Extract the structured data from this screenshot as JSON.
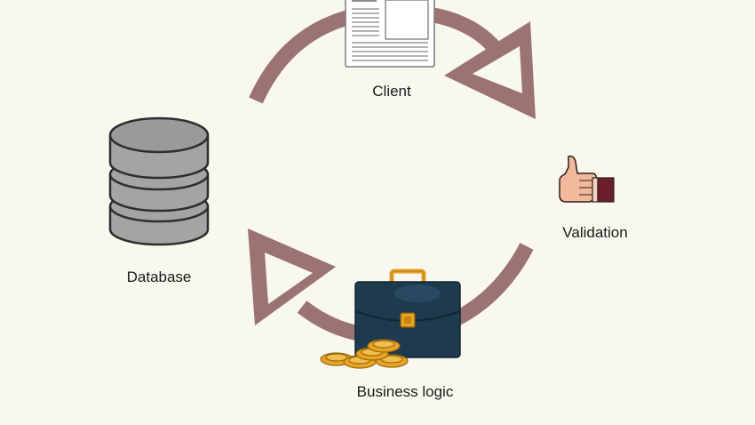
{
  "labels": {
    "client": "Client",
    "validation": "Validation",
    "database": "Database",
    "business_logic": "Business logic"
  },
  "colors": {
    "background": "#f8f8ee",
    "cycle_arrow": "#9c7373",
    "database_fill": "#a4a4a4",
    "briefcase": "#1e3a4f",
    "coins": "#e8a325"
  },
  "icons": {
    "client": "document-icon",
    "validation": "thumbs-up-icon",
    "database": "database-icon",
    "business_logic": "briefcase-icon",
    "coins": "coins-icon"
  }
}
